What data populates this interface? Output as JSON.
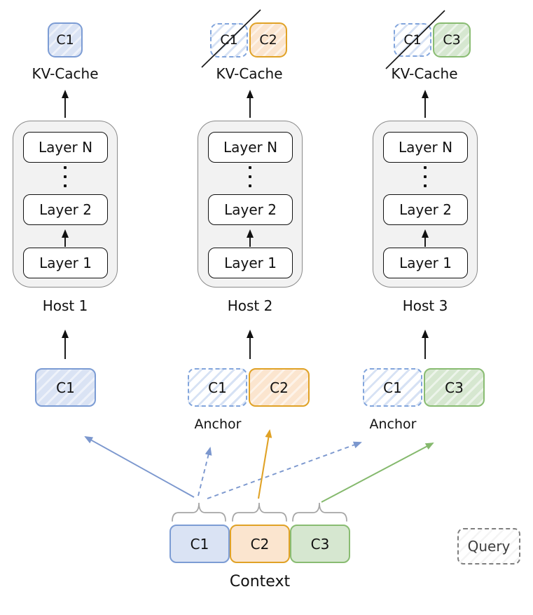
{
  "columns": [
    {
      "host_label": "Host 1",
      "kv_cache_label": "KV-Cache",
      "kv_chunks": [
        {
          "label": "C1",
          "color": "blue",
          "crossed_out": false
        }
      ],
      "layers": [
        "Layer N",
        "Layer 2",
        "Layer 1"
      ],
      "input_chunks": [
        {
          "label": "C1",
          "color": "blue",
          "ghost": false
        }
      ],
      "anchor_label": ""
    },
    {
      "host_label": "Host 2",
      "kv_cache_label": "KV-Cache",
      "kv_chunks": [
        {
          "label": "C1",
          "color": "blue",
          "crossed_out": true
        },
        {
          "label": "C2",
          "color": "orange",
          "crossed_out": false
        }
      ],
      "layers": [
        "Layer N",
        "Layer 2",
        "Layer 1"
      ],
      "input_chunks": [
        {
          "label": "C1",
          "color": "blue",
          "ghost": true
        },
        {
          "label": "C2",
          "color": "orange",
          "ghost": false
        }
      ],
      "anchor_label": "Anchor"
    },
    {
      "host_label": "Host 3",
      "kv_cache_label": "KV-Cache",
      "kv_chunks": [
        {
          "label": "C1",
          "color": "blue",
          "crossed_out": true
        },
        {
          "label": "C3",
          "color": "green",
          "crossed_out": false
        }
      ],
      "layers": [
        "Layer N",
        "Layer 2",
        "Layer 1"
      ],
      "input_chunks": [
        {
          "label": "C1",
          "color": "blue",
          "ghost": true
        },
        {
          "label": "C3",
          "color": "green",
          "ghost": false
        }
      ],
      "anchor_label": "Anchor"
    }
  ],
  "context": {
    "label": "Context",
    "chunks": [
      {
        "label": "C1",
        "color": "blue"
      },
      {
        "label": "C2",
        "color": "orange"
      },
      {
        "label": "C3",
        "color": "green"
      }
    ]
  },
  "query_label": "Query",
  "colors": {
    "blue": "#7B97CE",
    "blue_fill": "#DAE3F4",
    "orange": "#E0A226",
    "orange_fill": "#FBE5CF",
    "green": "#85B96D",
    "green_fill": "#D6E7D0",
    "black": "#111111",
    "brace_gray": "#A6A6A6",
    "host_fill": "#F2F2F2",
    "host_border": "#8A8A8A"
  }
}
